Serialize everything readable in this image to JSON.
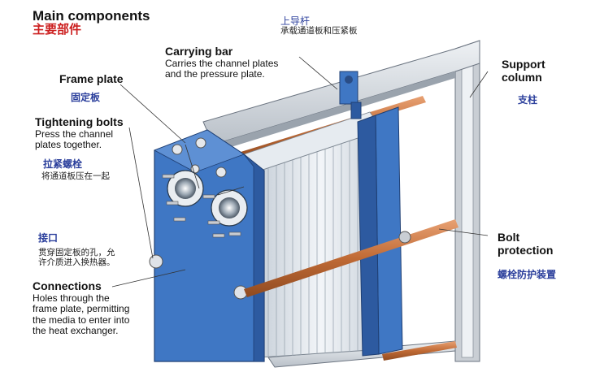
{
  "title": {
    "en": "Main components",
    "zh": "主要部件"
  },
  "carrying_bar": {
    "zh": "上导杆",
    "zh_desc": "承载通道板和压紧板",
    "en": "Carrying bar",
    "desc_line1": "Carries the channel plates",
    "desc_line2": "and the pressure plate."
  },
  "frame_plate": {
    "en": "Frame plate",
    "zh": "固定板"
  },
  "support_column": {
    "en_line1": "Support",
    "en_line2": "column",
    "zh": "支柱"
  },
  "tightening_bolts": {
    "en": "Tightening bolts",
    "desc_line1": "Press the channel",
    "desc_line2": "plates together.",
    "zh": "拉紧螺栓",
    "zh_desc": "将通道板压在一起"
  },
  "connections": {
    "zh": "接口",
    "zh_desc_line1": "贯穿固定板的孔，允",
    "zh_desc_line2": "许介质进入换热器。",
    "en": "Connections",
    "desc_line1": "Holes through the",
    "desc_line2": "frame plate, permitting",
    "desc_line3": "the media to enter into",
    "desc_line4": "the heat exchanger."
  },
  "bolt_protection": {
    "en_line1": "Bolt",
    "en_line2": "protection",
    "zh": "螺栓防护装置"
  },
  "colors": {
    "frame_blue": "#3f77c4",
    "frame_dark": "#2d5aa0",
    "rail_gray": "#d9dde2",
    "bolt_copper": "#c97a45",
    "plate_silver": "#dfe5ec",
    "leader": "#333333"
  }
}
